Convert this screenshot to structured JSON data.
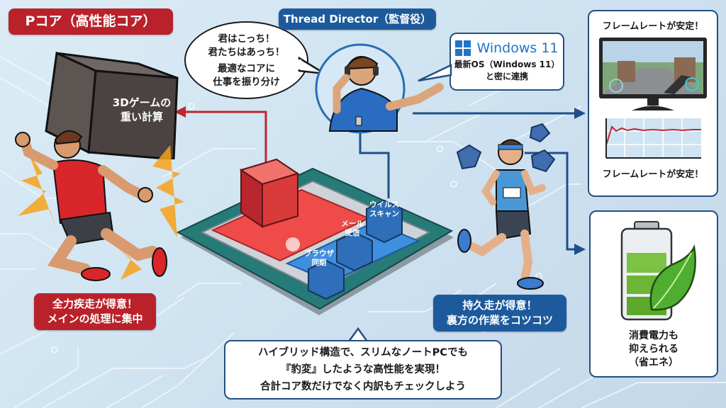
{
  "p_core": {
    "title": "Pコア（高性能コア）",
    "cube_label_line1": "3Dゲームの",
    "cube_label_line2": "重い計算",
    "caption_line1": "全力疾走が得意！",
    "caption_line2": "メインの処理に集中"
  },
  "thread_director": {
    "title": "Thread Director（監督役）",
    "speech_line1": "君はこっち！",
    "speech_line2": "君たちはあっち！",
    "speech_line3": "最適なコアに",
    "speech_line4": "仕事を振り分け"
  },
  "windows": {
    "logo_text": "Windows 11",
    "desc_line1": "最新OS（Windows 11）",
    "desc_line2": "と密に連携"
  },
  "e_core": {
    "tasks": [
      "ブラウザ\n同期",
      "メール\n受信",
      "ウイルス\nスキャン"
    ],
    "task_lines": [
      [
        "ブラウザ",
        "同期"
      ],
      [
        "メール",
        "受信"
      ],
      [
        "ウイルス",
        "スキャン"
      ]
    ],
    "caption_line1": "持久走が得意！",
    "caption_line2": "裏方の作業をコツコツ"
  },
  "framerate_panel": {
    "top_label": "フレームレートが安定！",
    "bottom_label": "フレームレートが安定！"
  },
  "power_panel": {
    "line1": "消費電力も",
    "line2": "抑えられる",
    "line3": "（省エネ）"
  },
  "summary": {
    "line1": "ハイブリッド構造で、スリムなノートPCでも",
    "line2": "『豹変』したような高性能を実現！",
    "line3": "合計コア数だけでなく内訳もチェックしよう"
  },
  "colors": {
    "p_core_red": "#b9222a",
    "e_core_blue": "#1d5a9c",
    "panel_border": "#24507f",
    "arrow_red": "#c0262d",
    "arrow_blue": "#1f4f8a"
  }
}
